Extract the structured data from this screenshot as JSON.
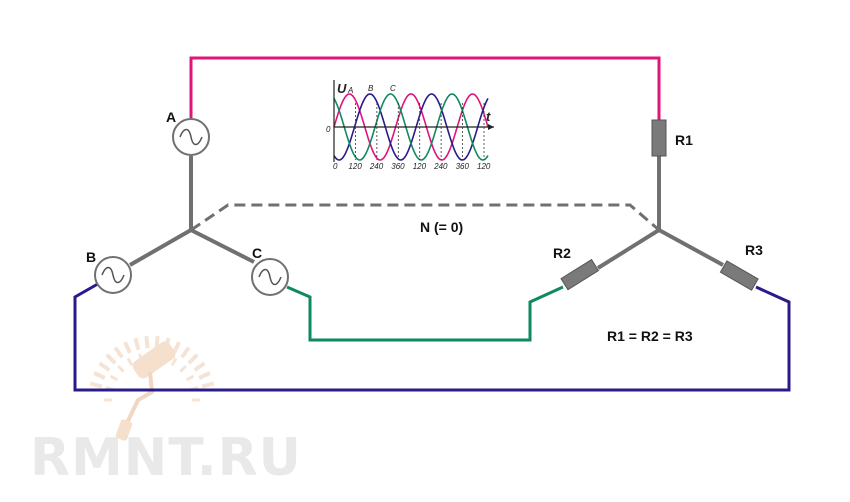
{
  "labels": {
    "source_a": "A",
    "source_b": "B",
    "source_c": "C",
    "r1": "R1",
    "r2": "R2",
    "r3": "R3",
    "neutral": "N (= 0)",
    "equality": "R1 = R2 = R3"
  },
  "inset": {
    "u_label": "U",
    "phase_a": "A",
    "phase_b": "B",
    "phase_c": "C",
    "t_label": "t",
    "zero_label": "0",
    "x_ticks": [
      "0",
      "120",
      "240",
      "360",
      "120",
      "240",
      "360",
      "120"
    ]
  },
  "watermark": {
    "text": "RMNT.RU"
  },
  "colors": {
    "phase_a": "#e0147a",
    "phase_b": "#2a1a8a",
    "phase_c": "#0f8a5f",
    "wire_grey": "#707070",
    "neutral_dashed": "#707070",
    "resistor": "#7a7a7a",
    "watermark": "#e8e8e8"
  }
}
